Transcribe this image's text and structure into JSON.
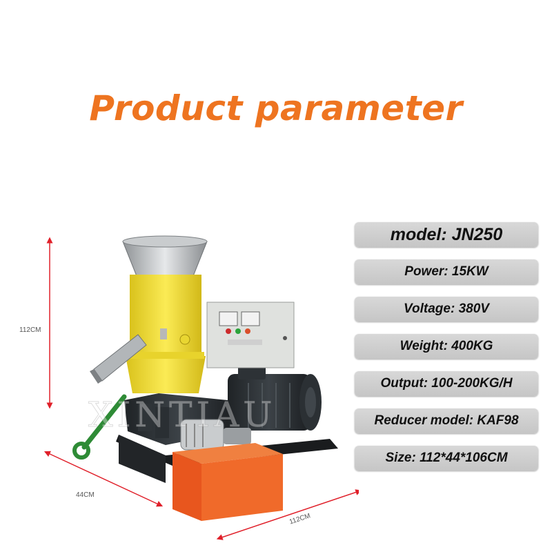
{
  "title": "Product parameter",
  "dimensions": {
    "height": "112CM",
    "depth": "44CM",
    "width": "112CM"
  },
  "watermark": "XINTIAU",
  "params": [
    "model: JN250",
    "Power: 15KW",
    "Voltage: 380V",
    "Weight: 400KG",
    "Output: 100-200KG/H",
    "Reducer model: KAF98",
    "Size: 112*44*106CM"
  ],
  "colors": {
    "title": "#ee7420",
    "dimension_arrow": "#e0202a",
    "machine_body": "#f3e23c",
    "tank": "#e8561e"
  }
}
